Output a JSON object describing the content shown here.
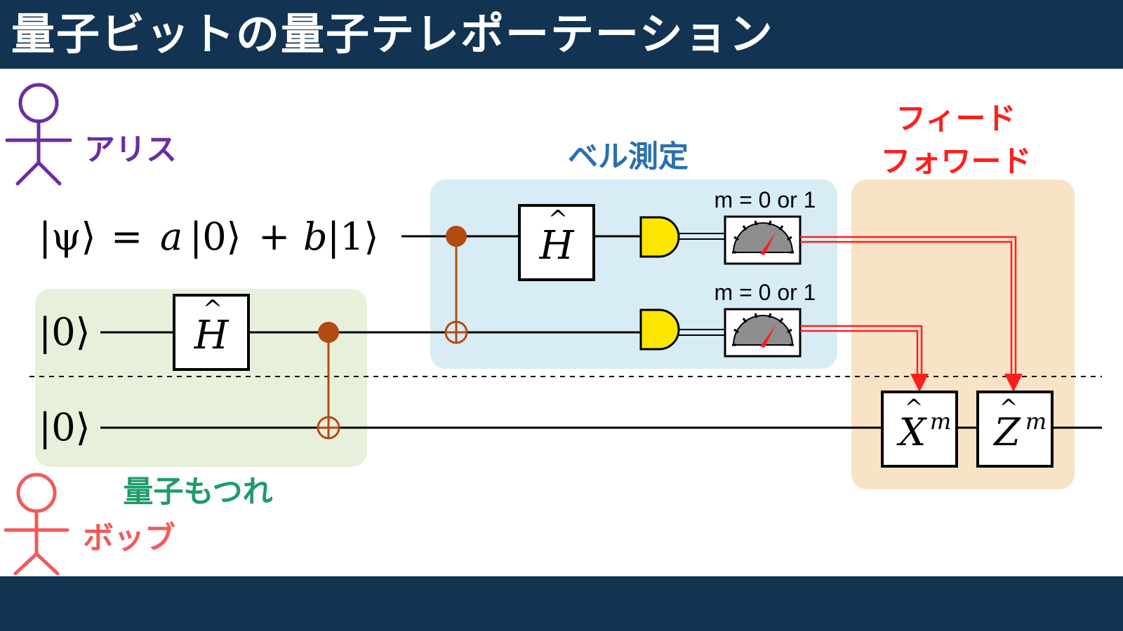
{
  "title": "量子ビットの量子テレポーテーション",
  "colors": {
    "bar": "#123452",
    "alice": "#6a2ea0",
    "bob": "#f25a5a",
    "bell_box": "#d7ecf4",
    "bell_label": "#2a6fb0",
    "entangle_box": "#e7f0db",
    "entangle_label": "#1f9a6a",
    "feed_box": "#f9e3c6",
    "feed_label": "#ff1e1e",
    "cnot": "#b34a12",
    "measure_gate": "#ffe600",
    "wire": "#000000"
  },
  "people": {
    "alice": {
      "label": "アリス",
      "icon": "stick-figure"
    },
    "bob": {
      "label": "ボッブ",
      "icon": "stick-figure"
    }
  },
  "regions": {
    "bell": {
      "label": "ベル測定"
    },
    "entangle": {
      "label": "量子もつれ"
    },
    "feed": {
      "label_line1": "フィード",
      "label_line2": "フォワード"
    }
  },
  "states": {
    "q1": {
      "ket_psi": "|ψ⟩",
      "equals": "=",
      "coef_a": "a",
      "ket0": "|0⟩",
      "plus": "+",
      "coef_b": "b",
      "ket1": "|1⟩"
    },
    "q2": "|0⟩",
    "q3": "|0⟩"
  },
  "gates": {
    "h": "H",
    "hat": "^",
    "x": "X",
    "z": "Z",
    "exp": "m"
  },
  "measurement": {
    "label1": "m = 0 or 1",
    "label2": "m = 0 or 1"
  }
}
